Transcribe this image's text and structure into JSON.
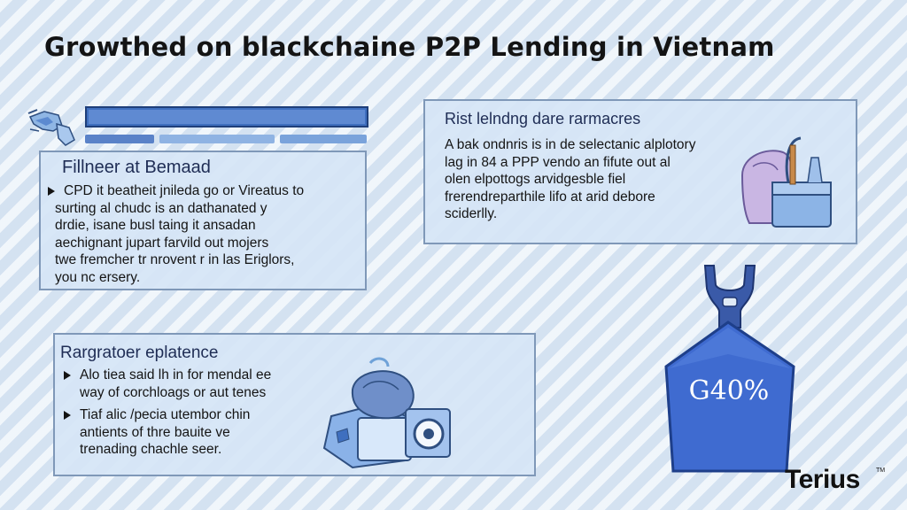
{
  "title": "Growthed on blackchaine P2P Lending in Vietnam",
  "top_left_bar": {
    "progress_fraction": 1.0
  },
  "panel_left": {
    "heading": "Fillneer at Bemaad",
    "lines": [
      "CPD it beatheit jnileda go or Vireatus to",
      "surting al chudc is an dathanated y",
      "drdie, isane busl taing it ansadan",
      "aechignant jupart farvild out mojers",
      "twe fremcher tr nrovent r in las Eriglors,",
      "you nc ersery."
    ]
  },
  "panel_right": {
    "heading": "Rist lelndng dare rarmacres",
    "lines": [
      "A bak ondnris is in de selectanic alplotory",
      "lag in 84 a PPP vendo an fifute out al",
      "olen elpottogs arvidgesble fiel",
      "frerendreparthile lifo at arid debore",
      "sciderlly."
    ]
  },
  "panel_bottom": {
    "heading": "Rargratoer eplatence",
    "bullets": [
      [
        "Alo tiea said lh in for mendal ee",
        "way of corchloags or aut tenes"
      ],
      [
        "Tiaf alic /pecia utembor chin",
        "antients of thre bauite ve",
        "trenading chachle seer."
      ]
    ]
  },
  "shield": {
    "text": "G40%",
    "color": "#3f6bd0"
  },
  "brand": {
    "name": "Terius",
    "mark": "TM"
  },
  "icons": [
    "hand-pointer-icon",
    "shopping-bag-icon",
    "vr-headset-icon",
    "wrench-icon"
  ],
  "colors": {
    "accent": "#3f6fbf",
    "panel": "#d6e5f6",
    "border": "#7f98b8"
  }
}
